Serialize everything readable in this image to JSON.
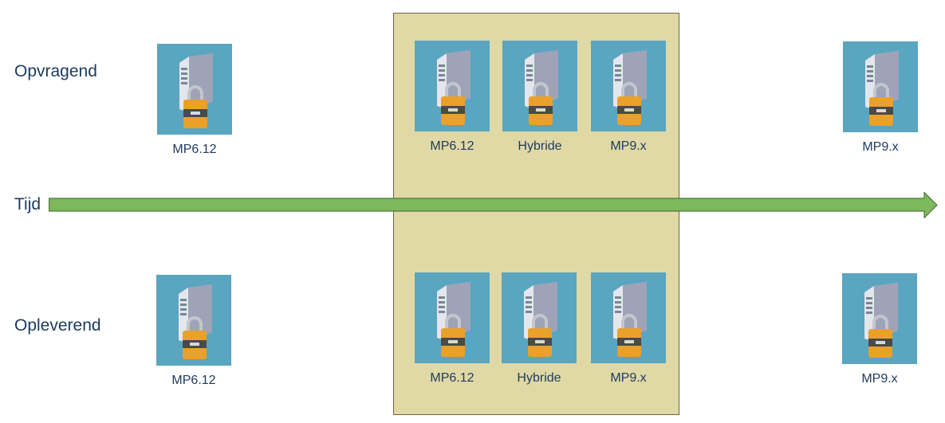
{
  "rows": {
    "top": {
      "label": "Opvragend"
    },
    "bottom": {
      "label": "Opleverend"
    }
  },
  "timeline": {
    "label": "Tijd",
    "color": "#7db85c",
    "border": "#4f7a38"
  },
  "transition_box": {
    "fill": "#e0d9a6",
    "border": "#6b6543"
  },
  "icon": {
    "name": "locked-server-icon",
    "tile_color": "#5aa5bf"
  },
  "nodes": {
    "top": [
      {
        "label": "MP6.12"
      },
      {
        "label": "MP6.12"
      },
      {
        "label": "Hybride"
      },
      {
        "label": "MP9.x"
      },
      {
        "label": "MP9.x"
      }
    ],
    "bottom": [
      {
        "label": "MP6.12"
      },
      {
        "label": "MP6.12"
      },
      {
        "label": "Hybride"
      },
      {
        "label": "MP9.x"
      },
      {
        "label": "MP9.x"
      }
    ]
  }
}
